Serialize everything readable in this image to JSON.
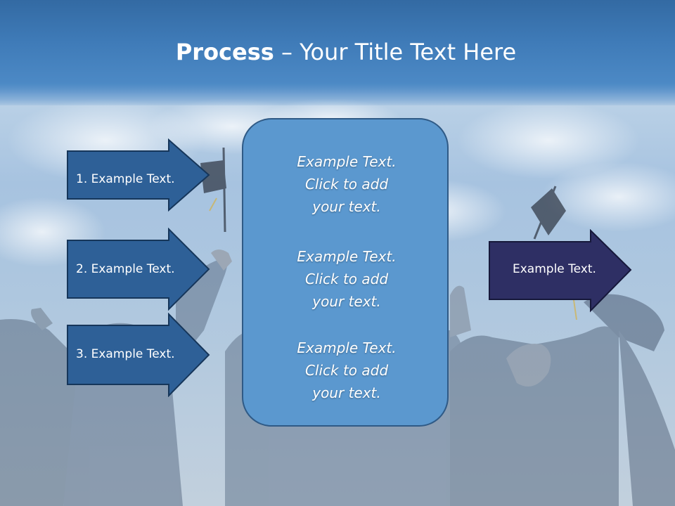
{
  "title": {
    "bold": "Process",
    "rest": " – Your Title Text Here"
  },
  "left_arrows": [
    {
      "label": "1. Example Text."
    },
    {
      "label": "2. Example Text."
    },
    {
      "label": "3. Example Text."
    }
  ],
  "center": {
    "blocks": [
      {
        "lines": [
          "Example Text.",
          "Click  to add",
          "your text."
        ]
      },
      {
        "lines": [
          "Example Text.",
          "Click  to add",
          "your text."
        ]
      },
      {
        "lines": [
          "Example Text.",
          "Click  to add",
          "your text."
        ]
      }
    ]
  },
  "right_arrow": {
    "label": "Example Text."
  },
  "colors": {
    "left_arrow_fill": "#2e6097",
    "left_arrow_stroke": "#16365a",
    "right_arrow_fill": "#2e2f64",
    "center_fill": "#5b98cf",
    "center_stroke": "#2f5a86",
    "title_band": "#3f7bb8"
  }
}
